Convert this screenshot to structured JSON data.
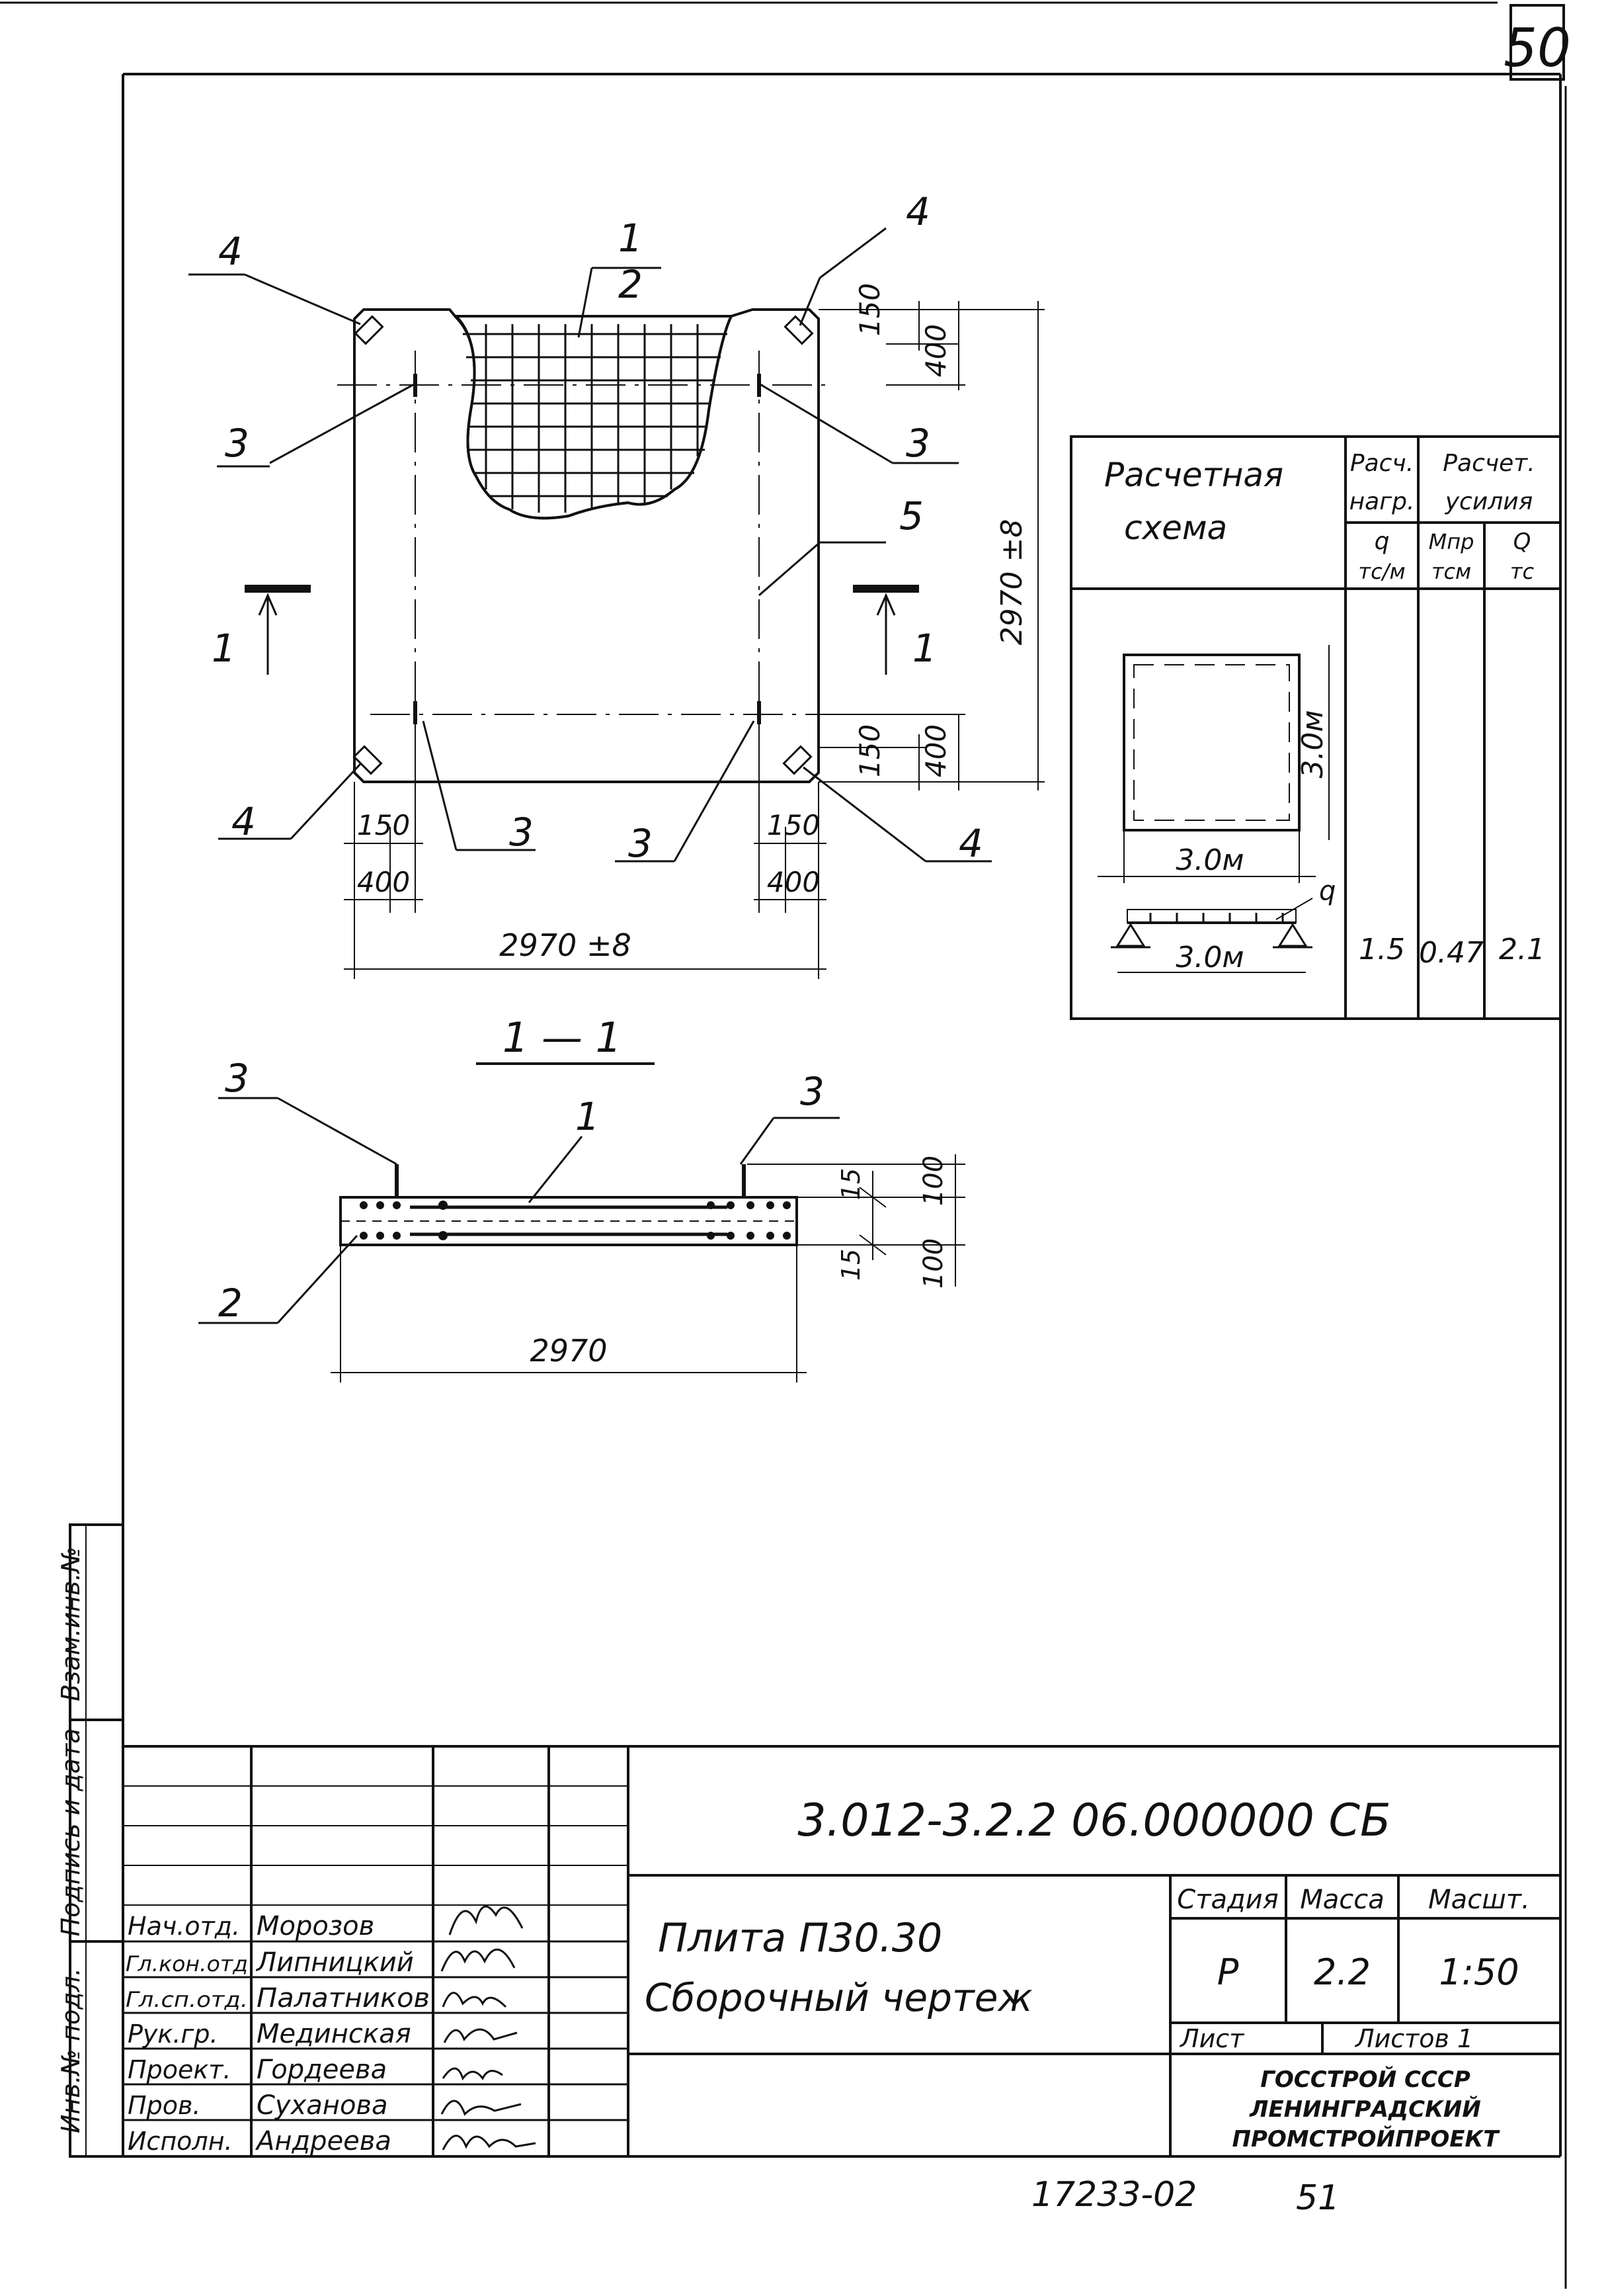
{
  "sheet_corner_number": "50",
  "bottom_note": {
    "doc_ref": "17233-02",
    "page": "51"
  },
  "plan": {
    "callouts": {
      "p1": "1",
      "p2": "2",
      "p3": "3",
      "p4": "4",
      "p5": "5"
    },
    "dims": {
      "d150": "150",
      "d400": "400",
      "overall": "2970 ±8"
    },
    "section_mark": "1"
  },
  "section": {
    "title": "1 — 1",
    "dims": {
      "d15": "15",
      "d100": "100",
      "length": "2970"
    }
  },
  "calc_table": {
    "scheme_header": [
      "Расчетная",
      "схема"
    ],
    "load_header": [
      "Расч.",
      "нагр."
    ],
    "forces_header": [
      "Расчет.",
      "усилия"
    ],
    "q_unit": [
      "q",
      "тс/м"
    ],
    "m_unit": [
      "Мпр",
      "тсм"
    ],
    "qf_unit": [
      "Q",
      "тс"
    ],
    "square_side": "3.0м",
    "square_height": "3.0м",
    "beam_span": "3.0м",
    "beam_load": "q",
    "values": {
      "q": "1.5",
      "m": "0.47",
      "Q": "2.1"
    }
  },
  "left_strip": {
    "vzam": "Взам.инв.№",
    "podpis": "Подпись и дата",
    "inv": "Инв.№ подл."
  },
  "title_block": {
    "code": "3.012-3.2.2 06.000000 СБ",
    "product_name": "Плита П30.30",
    "doc_type": "Сборочный чертеж",
    "stage_header": "Стадия",
    "mass_header": "Масса",
    "scale_header": "Масшт.",
    "stage": "Р",
    "mass": "2.2",
    "scale": "1:50",
    "sheet_label": "Лист",
    "sheets_label": "Листов 1",
    "org": [
      "ГОССТРОЙ СССР",
      "ЛЕНИНГРАДСКИЙ",
      "ПРОМСТРОЙПРОЕКТ"
    ],
    "staff": [
      {
        "role": "Нач.отд.",
        "name": "Морозов"
      },
      {
        "role": "Гл.кон.отд",
        "name": "Липницкий"
      },
      {
        "role": "Гл.сп.отд.",
        "name": "Палатников"
      },
      {
        "role": "Рук.гр.",
        "name": "Мединская"
      },
      {
        "role": "Проект.",
        "name": "Гордеева"
      },
      {
        "role": "Пров.",
        "name": "Суханова"
      },
      {
        "role": "Исполн.",
        "name": "Андреева"
      }
    ]
  }
}
